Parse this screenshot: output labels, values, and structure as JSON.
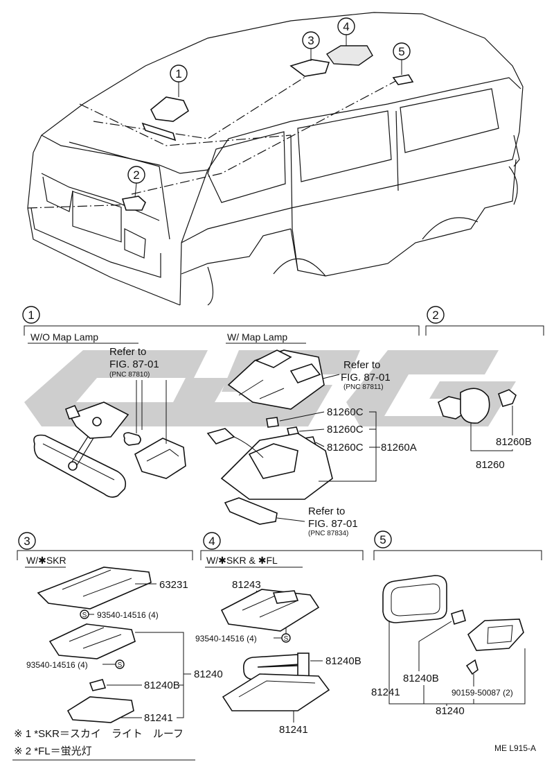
{
  "callouts": {
    "c1": "1",
    "c2": "2",
    "c3": "3",
    "c4": "4",
    "c5": "5"
  },
  "section1": {
    "index": "1",
    "wo_map_lamp": "W/O Map Lamp",
    "w_map_lamp": "W/ Map Lamp",
    "ref_a_line1": "Refer to",
    "ref_a_line2": "FIG. 87-01",
    "ref_a_pnc": "(PNC 87810)",
    "ref_b_line1": "Refer to",
    "ref_b_line2": "FIG. 87-01",
    "ref_b_pnc": "(PNC 87811)",
    "ref_c_line1": "Refer to",
    "ref_c_line2": "FIG. 87-01",
    "ref_c_pnc": "(PNC 87834)",
    "pn_81260c_1": "81260C",
    "pn_81260c_2": "81260C",
    "pn_81260c_3": "81260C",
    "pn_81260a": "81260A"
  },
  "section2": {
    "index": "2",
    "pn_81260b": "81260B",
    "pn_81260": "81260"
  },
  "section3": {
    "index": "3",
    "header": "W/✱SKR",
    "pn_63231": "63231",
    "pn_screw_a": "93540-14516 (4)",
    "pn_screw_b": "93540-14516 (4)",
    "pn_81240b": "81240B",
    "pn_81240": "81240",
    "pn_81241": "81241"
  },
  "section4": {
    "index": "4",
    "header": "W/✱SKR & ✱FL",
    "pn_81243": "81243",
    "pn_screw": "93540-14516 (4)",
    "pn_81240b": "81240B",
    "pn_81241": "81241"
  },
  "section5": {
    "index": "5",
    "pn_81240b": "81240B",
    "pn_81241": "81241",
    "pn_screw": "90159-50087 (2)",
    "pn_81240": "81240"
  },
  "screw_symbol": "S",
  "notes": {
    "note1": "※ 1 *SKR＝スカイ　ライト　ルーフ",
    "note2": "※ 2 *FL＝蛍光灯"
  },
  "figure_code": "ME  L915-A"
}
